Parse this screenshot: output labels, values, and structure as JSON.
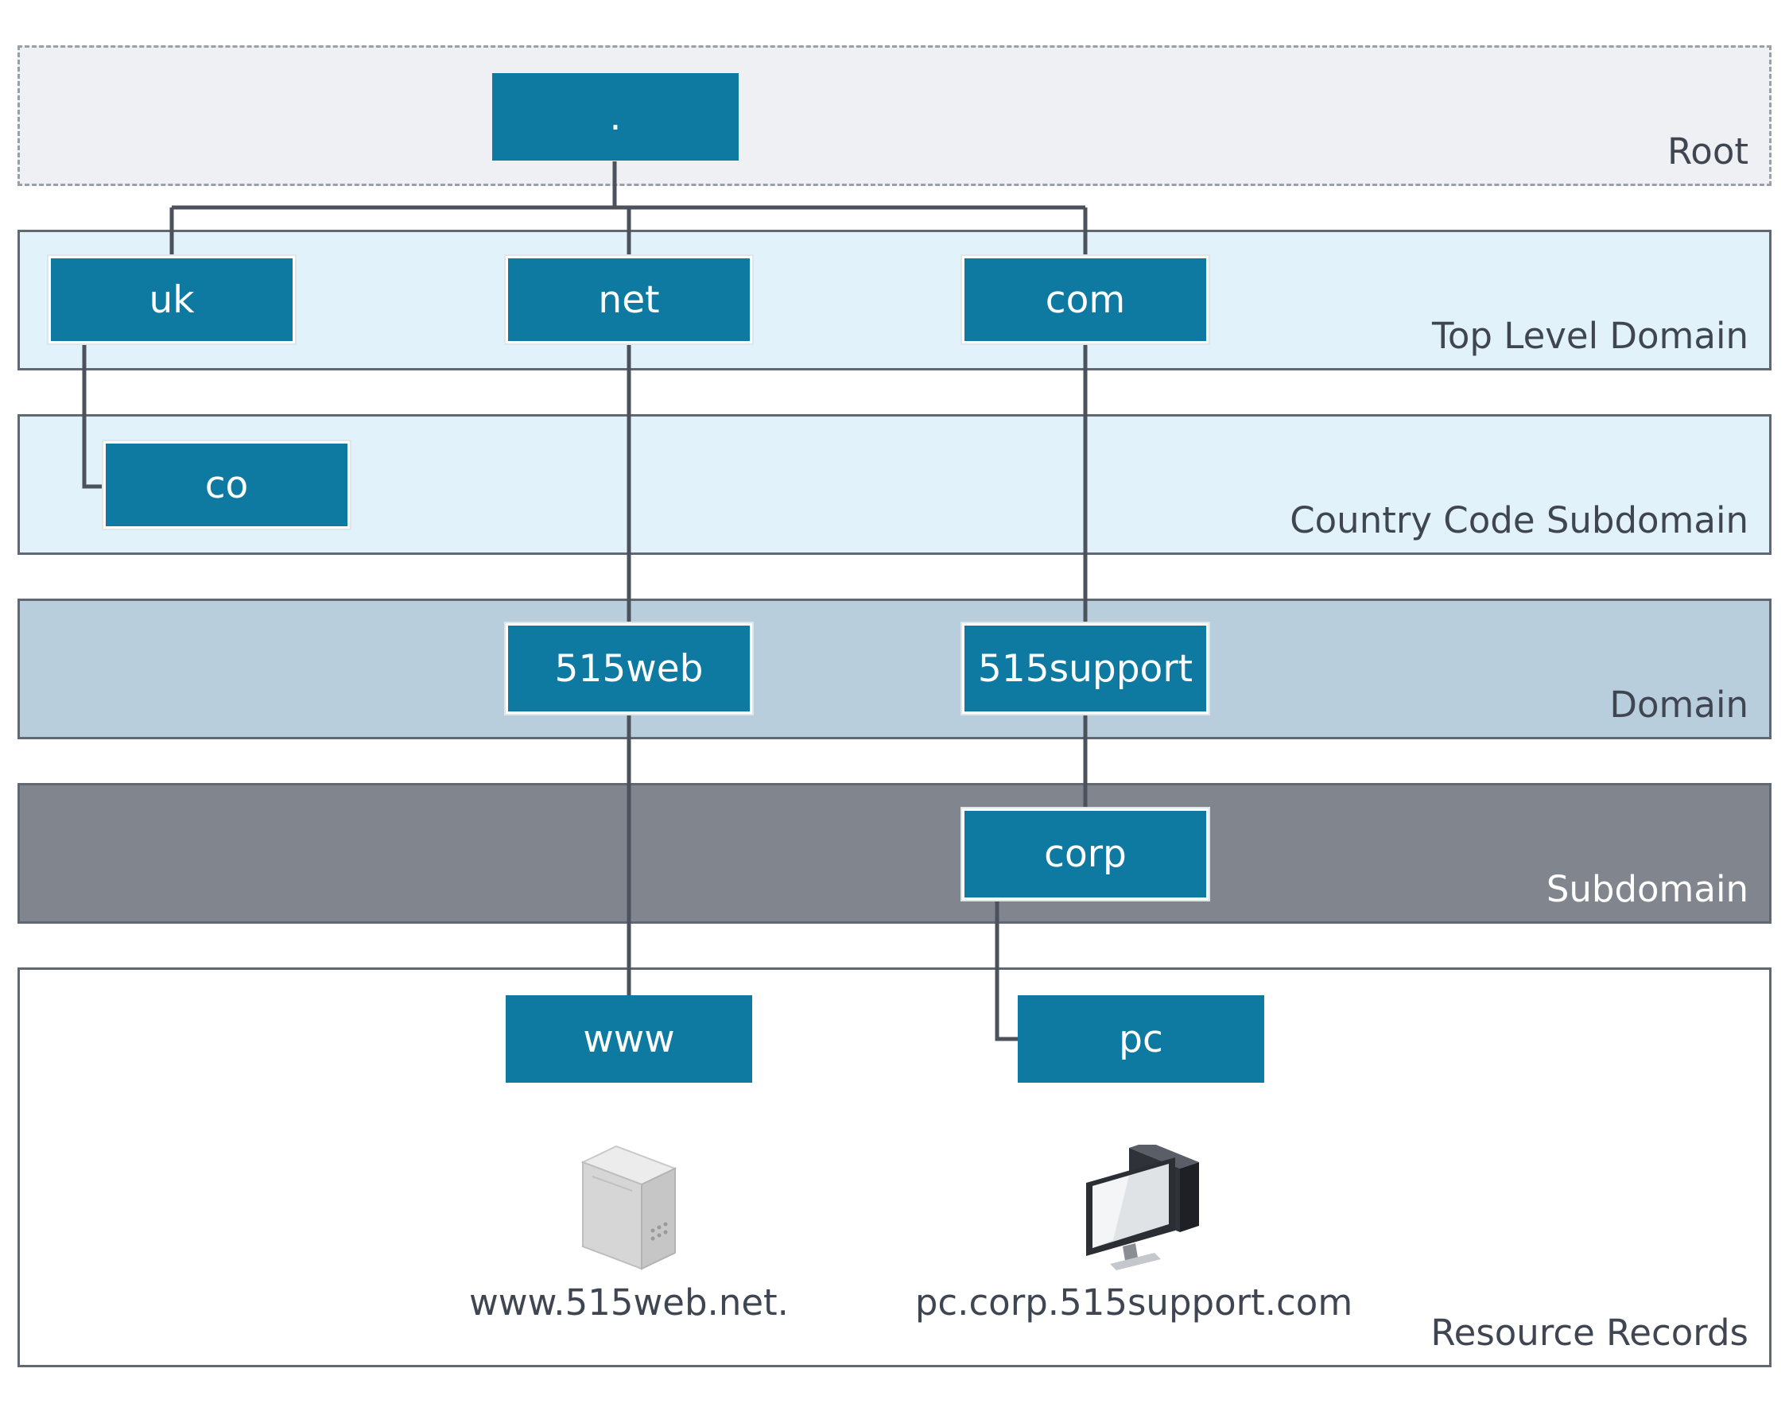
{
  "diagram": {
    "levels": {
      "root": "Root",
      "tld": "Top Level Domain",
      "country_code": "Country Code Subdomain",
      "domain": "Domain",
      "subdomain": "Subdomain",
      "resource_records": "Resource Records"
    },
    "nodes": {
      "root": ".",
      "uk": "uk",
      "net": "net",
      "com": "com",
      "co": "co",
      "web515": "515web",
      "support515": "515support",
      "corp": "corp",
      "www": "www",
      "pc": "pc"
    },
    "resources": {
      "server_fqdn": "www.515web.net.",
      "pc_fqdn": "pc.corp.515support.com"
    },
    "icons": {
      "server": "server-tower-icon",
      "desktop": "desktop-computer-icon"
    },
    "colors": {
      "node": "#0e7aa2",
      "connector": "#4b525c",
      "root_band": "#eef0f4",
      "tld_band": "#e1f2fb",
      "domain_band": "#b9cedd",
      "subdomain_band": "#80858e"
    }
  }
}
